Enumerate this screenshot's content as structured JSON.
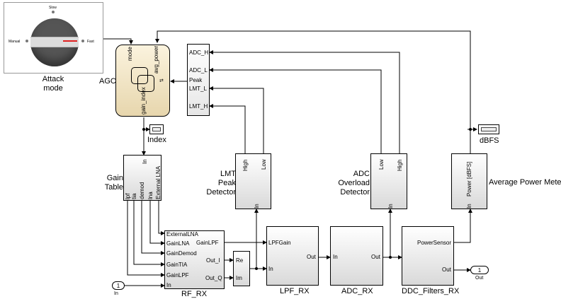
{
  "knob": {
    "slow_label": "Slow",
    "manual_label": "Manual",
    "fast_label": "Fast",
    "title_line1": "Attack",
    "title_line2": "mode"
  },
  "agc": {
    "name": "AGC",
    "port_mode": "mode",
    "port_avg_power": "avg_power",
    "port_gain_index": "gain_index"
  },
  "index_scope": {
    "label": "Index"
  },
  "peak_bus": {
    "ports": [
      "ADC_H",
      "ADC_L",
      "Peak",
      "LMT_L",
      "LMT_H"
    ]
  },
  "gain_table": {
    "name_line1": "Gain",
    "name_line2": "Table",
    "in_port": "In",
    "out_ports": [
      "lpf",
      "tia",
      "demod",
      "lna",
      "External LNA"
    ]
  },
  "lmt_detector": {
    "name_line1": "LMT",
    "name_line2": "Peak",
    "name_line3": "Detector",
    "port_high": "High",
    "port_low": "Low",
    "port_in": "In"
  },
  "adc_detector": {
    "name_line1": "ADC",
    "name_line2": "Overload",
    "name_line3": "Detector",
    "port_low": "Low",
    "port_high": "High",
    "port_in": "In"
  },
  "power_meter": {
    "name": "Average Power Meter",
    "port_power": "Power [dBFS]",
    "port_in": "In"
  },
  "dbfs_scope": {
    "label": "dBFS"
  },
  "rf_rx": {
    "name": "RF_RX",
    "in_ports": [
      "ExternalLNA",
      "GainLNA",
      "GainDemod",
      "GainTIA",
      "GainLPF",
      "In"
    ],
    "out_ports": [
      "GainLPF",
      "Out_I",
      "Out_Q"
    ]
  },
  "complex": {
    "port_re": "Re",
    "port_im": "Im"
  },
  "lpf_rx": {
    "name": "LPF_RX",
    "port_gain": "LPFGain",
    "port_in": "In",
    "port_out": "Out"
  },
  "adc_rx": {
    "name": "ADC_RX",
    "port_in": "In",
    "port_out": "Out"
  },
  "ddc": {
    "name": "DDC_Filters_RX",
    "port_power": "PowerSensor",
    "port_out": "Out"
  },
  "inport": {
    "number": "1",
    "label": "In"
  },
  "outport": {
    "number": "1",
    "label": "Out"
  }
}
